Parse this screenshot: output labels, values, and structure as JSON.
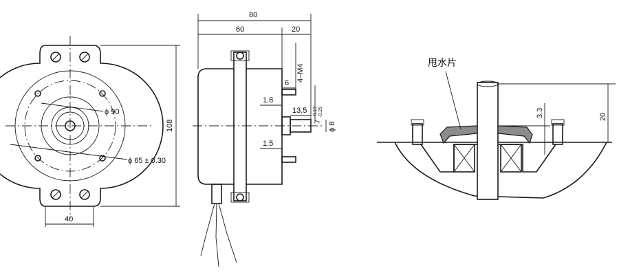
{
  "front_view": {
    "dim_width_bottom": "40",
    "dim_height_right": "108",
    "dim_phi90": "ϕ 90",
    "dim_phi65": "ϕ 65 ± 0.30"
  },
  "side_view": {
    "dim_total": "80",
    "dim_body": "60",
    "dim_shaft": "20",
    "dim_thread": "4–M4",
    "dim_6": "6",
    "dim_1_8": "1.8",
    "dim_13_5": "13.5",
    "dim_7": "7",
    "dim_tol_upper": "-0.10",
    "dim_tol_lower": "-0.25",
    "dim_phi8": "ϕ 8",
    "dim_1_5": "1.5"
  },
  "detail_view": {
    "label_slinger": "甩水片",
    "dim_3_3": "3.3",
    "dim_20": "20"
  }
}
